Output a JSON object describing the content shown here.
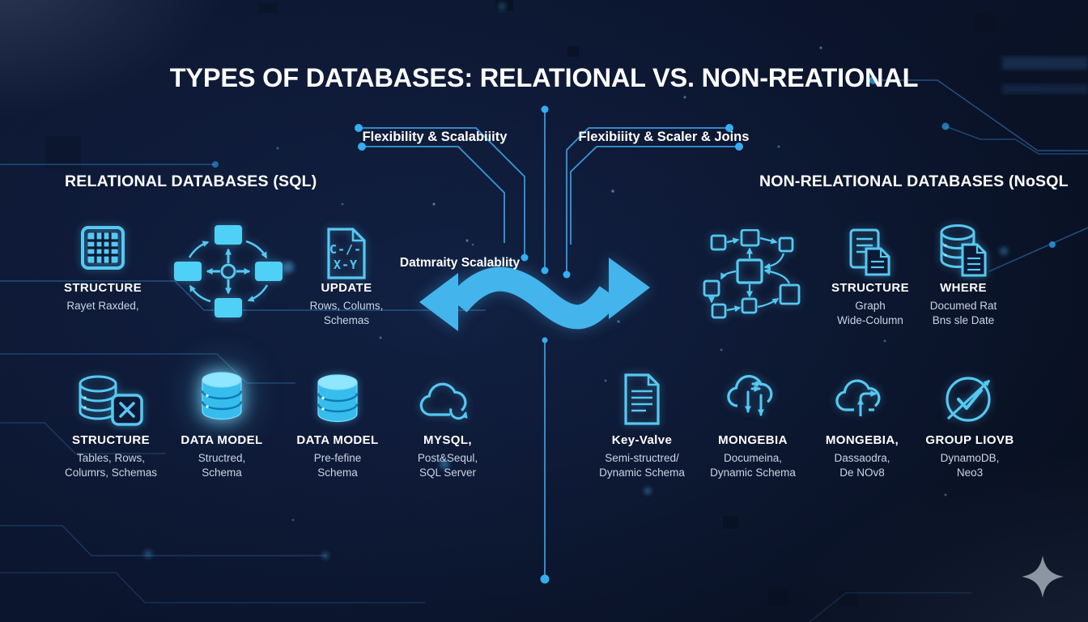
{
  "title": "TYPES OF DATABASES: RELATIONAL VS. NON-REATIONAL",
  "callouts": {
    "left": "Flexibility & Scalabiiity",
    "right": "Flexibiiity & Scaler & Joins"
  },
  "center_label": "Datmraity Scalablity",
  "left_section": {
    "header": "RELATIONAL DATABASES (SQL)",
    "row1": [
      {
        "icon": "table-grid-icon",
        "title": "STRUCTURE",
        "lines": [
          "Rayet Raxded,"
        ]
      },
      {
        "icon": "cycle-diagram-icon",
        "title": "",
        "lines": []
      },
      {
        "icon": "code-document-icon",
        "title": "UPDATE",
        "icon_text": [
          "C-/-",
          "X-Y"
        ],
        "lines": [
          "Rows, Colums,",
          "Schemas"
        ]
      }
    ],
    "row2": [
      {
        "icon": "database-x-icon",
        "title": "STRUCTURE",
        "lines": [
          "Tables, Rows,",
          "Columrs, Schemas"
        ]
      },
      {
        "icon": "database-solid-icon",
        "title": "DATA MODEL",
        "lines": [
          "Structred,",
          "Schema"
        ]
      },
      {
        "icon": "database-stack-icon",
        "title": "DATA MODEL",
        "lines": [
          "Pre-fefine",
          "Schema"
        ]
      },
      {
        "icon": "cloud-refresh-icon",
        "title": "MYSQL,",
        "lines": [
          "Post&Sequl,",
          "SQL Server"
        ]
      }
    ]
  },
  "right_section": {
    "header": "NON-RELATIONAL DATABASES (NoSQL",
    "row1": [
      {
        "icon": "graph-network-icon",
        "title": "",
        "lines": []
      },
      {
        "icon": "documents-icon",
        "title": "STRUCTURE",
        "lines": [
          "Graph",
          "Wide-Column"
        ]
      },
      {
        "icon": "database-document-icon",
        "title": "WHERE",
        "lines": [
          "Documed Rat",
          "Bns sle Date"
        ]
      }
    ],
    "row2": [
      {
        "icon": "document-lines-icon",
        "title": "Key-Valve",
        "lines": [
          "Semi-structred/",
          "Dynamic Schema"
        ]
      },
      {
        "icon": "cloud-sync-icon",
        "title": "MONGEBIA",
        "lines": [
          "Documeina,",
          "Dynamic Schema"
        ]
      },
      {
        "icon": "cloud-upload-icon",
        "title": "MONGEBIA,",
        "lines": [
          "Dassaodra,",
          "De NOv8"
        ]
      },
      {
        "icon": "growth-check-icon",
        "title": "GROUP LIOVB",
        "lines": [
          "DynamoDB,",
          "Neo3"
        ]
      }
    ]
  },
  "colors": {
    "background": "#0b1530",
    "accent": "#56c8f2",
    "arrow": "#44b4ec",
    "circuit": "#3584c8",
    "text_primary": "#ffffff",
    "text_secondary": "#c9d5e6",
    "sparkle": "#9aa4b0"
  }
}
